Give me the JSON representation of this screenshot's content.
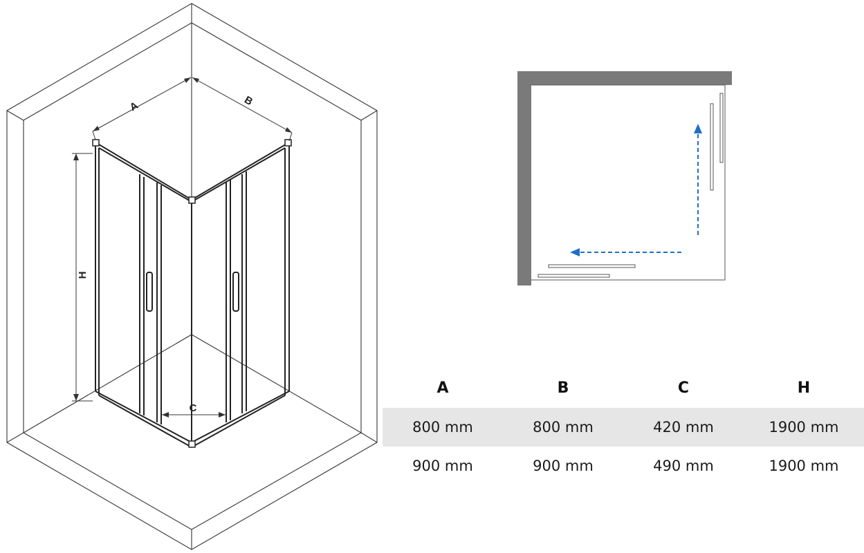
{
  "iso_diagram": {
    "labels": {
      "a": "A",
      "b": "B",
      "h": "H",
      "c": "C"
    }
  },
  "plan_view": {
    "arrow_color": "#1f6fc4",
    "wall_color": "#7a7a7a"
  },
  "spec_table": {
    "headers": [
      "A",
      "B",
      "C",
      "H"
    ],
    "rows": [
      [
        "800 mm",
        "800 mm",
        "420 mm",
        "1900 mm"
      ],
      [
        "900 mm",
        "900 mm",
        "490 mm",
        "1900 mm"
      ]
    ]
  }
}
